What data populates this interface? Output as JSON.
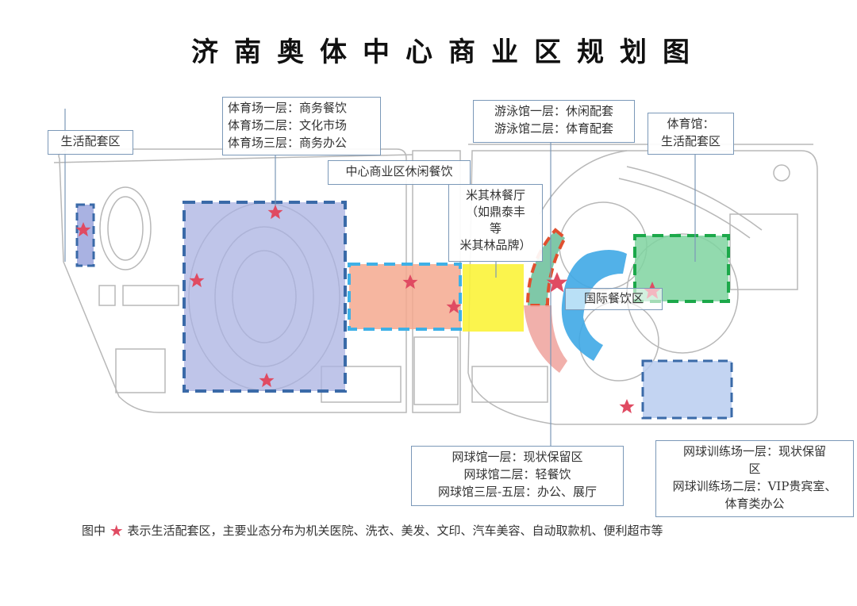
{
  "title": "济南奥体中心商业区规划图",
  "labels": {
    "living_west": [
      "生活配套区"
    ],
    "stadium": [
      "体育场一层：商务餐饮",
      "体育场二层：文化市场",
      "体育场三层：商务办公"
    ],
    "central": [
      "中心商业区休闲餐饮"
    ],
    "michelin": [
      "米其林餐厅",
      "（如鼎泰丰",
      "等",
      "米其林品牌）"
    ],
    "natatorium": [
      "游泳馆一层：休闲配套",
      "游泳馆二层：体育配套"
    ],
    "gymnasium": [
      "体育馆：",
      "生活配套区"
    ],
    "international": [
      "国际餐饮区"
    ],
    "tennis_hall": [
      "网球馆一层：现状保留区",
      "网球馆二层：轻餐饮",
      "网球馆三层-五层：办公、展厅"
    ],
    "tennis_training": [
      "网球训练场一层：现状保留",
      "区",
      "网球训练场二层：VIP贵宾室、",
      "体育类办公"
    ]
  },
  "footer": {
    "prefix": "图中",
    "star": "★",
    "text": "表示生活配套区，主要业态分布为机关医院、洗衣、美发、文印、汽车美容、自动取款机、便利超市等"
  },
  "colors": {
    "stadium_zone": "#a9b2e2",
    "central_zone": "#f4a98f",
    "yellow_zone": "#fbf33a",
    "green_zone": "#7fd3a0",
    "blue_arc": "#3fa8e6",
    "star": "#e04b62",
    "label_border": "#7b98b8"
  }
}
